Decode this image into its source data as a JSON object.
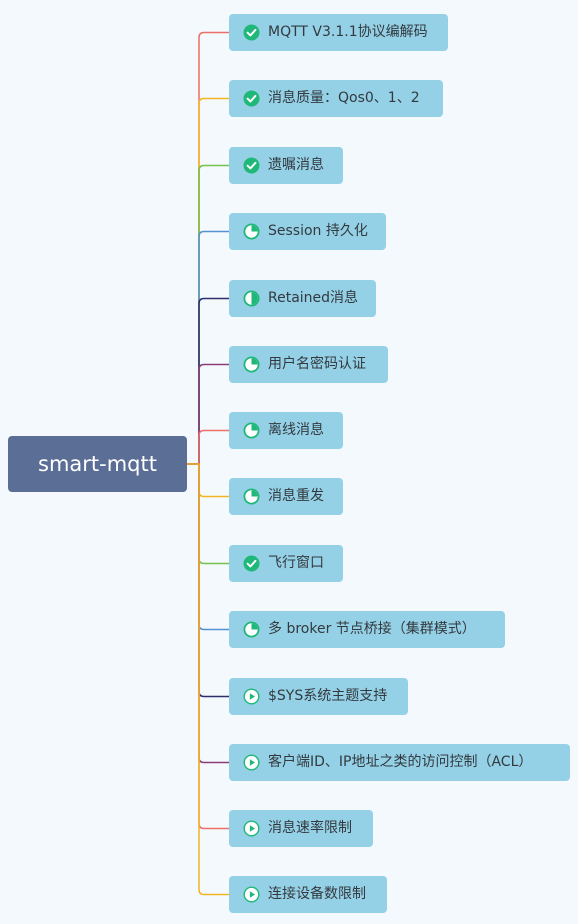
{
  "root": {
    "label": "smart-mqtt"
  },
  "nodes": [
    {
      "label": "MQTT V3.1.1协议编解码",
      "icon": "done-check-icon",
      "status": "done",
      "branch_color": "#ec6f68"
    },
    {
      "label": "消息质量：Qos0、1、2",
      "icon": "done-check-icon",
      "status": "done",
      "branch_color": "#f2b624"
    },
    {
      "label": "遗嘱消息",
      "icon": "done-check-icon",
      "status": "done",
      "branch_color": "#74c24d"
    },
    {
      "label": "Session 持久化",
      "icon": "progress-quarter-icon",
      "status": "quarter",
      "branch_color": "#5691cf"
    },
    {
      "label": "Retained消息",
      "icon": "progress-half-icon",
      "status": "half",
      "branch_color": "#2c2f6c"
    },
    {
      "label": "用户名密码认证",
      "icon": "progress-quarter-icon",
      "status": "quarter",
      "branch_color": "#8a3d7a"
    },
    {
      "label": "离线消息",
      "icon": "progress-quarter-icon",
      "status": "quarter",
      "branch_color": "#ec6f68"
    },
    {
      "label": "消息重发",
      "icon": "progress-quarter-icon",
      "status": "quarter",
      "branch_color": "#f2b624"
    },
    {
      "label": "飞行窗口",
      "icon": "done-check-icon",
      "status": "done",
      "branch_color": "#74c24d"
    },
    {
      "label": "多 broker 节点桥接（集群模式）",
      "icon": "progress-quarter-icon",
      "status": "quarter",
      "branch_color": "#5691cf"
    },
    {
      "label": "$SYS系统主题支持",
      "icon": "play-icon",
      "status": "todo",
      "branch_color": "#2c2f6c"
    },
    {
      "label": "客户端ID、IP地址之类的访问控制（ACL）",
      "icon": "play-icon",
      "status": "todo",
      "branch_color": "#8a3d7a"
    },
    {
      "label": "消息速率限制",
      "icon": "play-icon",
      "status": "todo",
      "branch_color": "#ec6f68"
    },
    {
      "label": "连接设备数限制",
      "icon": "play-icon",
      "status": "todo",
      "branch_color": "#f2b624"
    }
  ],
  "colors": {
    "root_bg": "#5b6e96",
    "node_bg": "#95d1e6",
    "icon_green": "#1fb879"
  }
}
